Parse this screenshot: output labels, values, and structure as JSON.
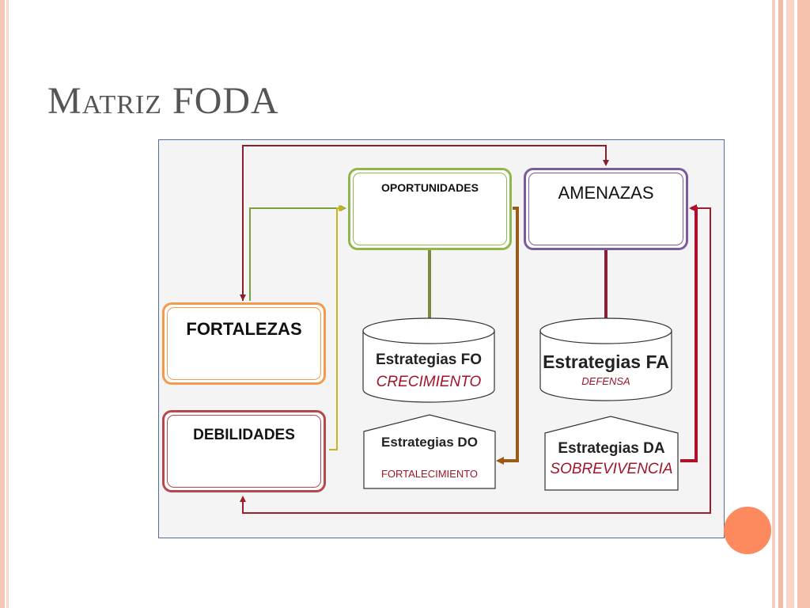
{
  "title": "Matriz FODA",
  "colors": {
    "oportunidades": "#8cb84c",
    "amenazas": "#7a5a9e",
    "fortalezas": "#f39a4c",
    "debilidades": "#b4484c",
    "accent_red": "#c0392b",
    "accent_orange": "#fd8a5e",
    "panel_border": "#4f6d9b"
  },
  "boxes": {
    "oportunidades": "OPORTUNIDADES",
    "amenazas": "AMENAZAS",
    "fortalezas": "FORTALEZAS",
    "debilidades": "DEBILIDADES"
  },
  "strategies": {
    "fo": {
      "title": "Estrategias FO",
      "subtitle": "CRECIMIENTO"
    },
    "fa": {
      "title": "Estrategias FA",
      "subtitle": "DEFENSA"
    },
    "do": {
      "title": "Estrategias DO",
      "subtitle": "FORTALECIMIENTO"
    },
    "da": {
      "title": "Estrategias DA",
      "subtitle": "SOBREVIVENCIA"
    }
  }
}
